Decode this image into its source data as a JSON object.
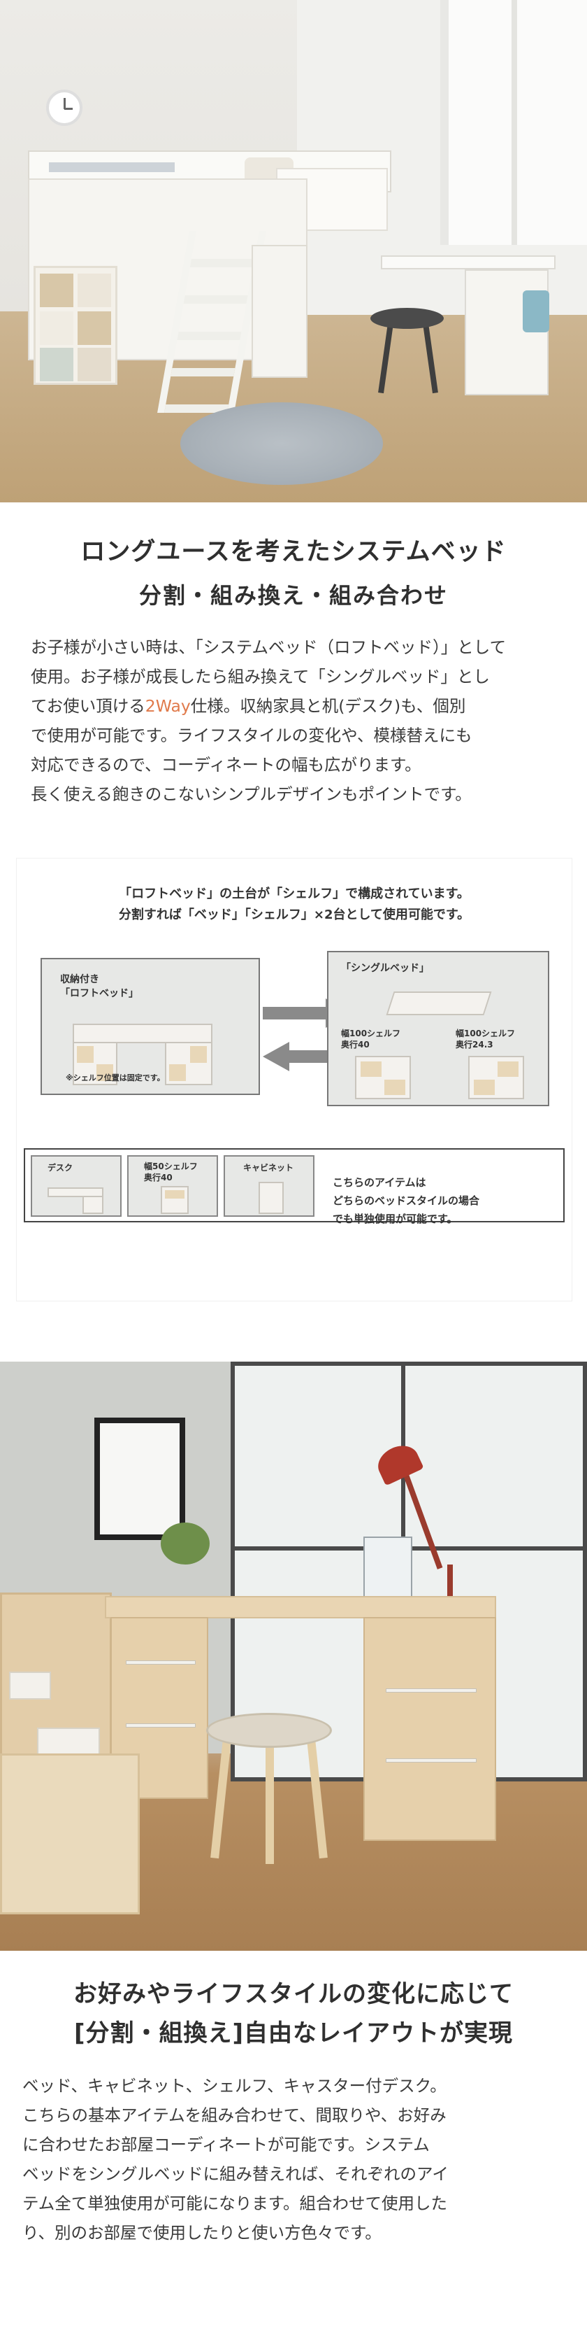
{
  "section1": {
    "heading": "ロングユースを考えたシステムベッド",
    "subheading": "分割・組み換え・組み合わせ",
    "paragraph": {
      "line1": "お子様が小さい時は、「システムベッド（ロフトベッド）」として",
      "line2": "使用。お子様が成長したら組み換えて「シングルベッド」とし",
      "line3a": "てお使い頂ける",
      "line3_accent": "2Way",
      "line3b": "仕様。収納家具と机(デスク)も、個別",
      "line4": "で使用が可能です。ライフスタイルの変化や、模様替えにも",
      "line5": "対応できるので、コーディネートの幅も広がります。",
      "line6": "長く使える飽きのこないシンプルデザインもポイントです。"
    },
    "accent_color": "#e07a4b"
  },
  "diagram": {
    "caption_line1": "「ロフトベッド」の土台が「シェルフ」で構成されています。",
    "caption_line2": "分割すれば「ベッド」「シェルフ」×2台として使用可能です。",
    "loft": {
      "label_line1": "収納付き",
      "label_line2": "「ロフトベッド」",
      "note": "※シェルフ位置は固定です。"
    },
    "single": {
      "label": "「シングルベッド」",
      "shelf_a_line1": "幅100シェルフ",
      "shelf_a_line2": "奥行40",
      "shelf_b_line1": "幅100シェルフ",
      "shelf_b_line2": "奥行24.3"
    },
    "items": {
      "desk": "デスク",
      "shelf_line1": "幅50シェルフ",
      "shelf_line2": "奥行40",
      "cabinet": "キャビネット",
      "note_line1": "こちらのアイテムは",
      "note_line2": "どちらのベッドスタイルの場合",
      "note_line3": "でも単独使用が可能です。"
    }
  },
  "section2": {
    "heading_line1": "お好みやライフスタイルの変化に応じて",
    "heading_line2": "[分割・組換え]自由なレイアウトが実現",
    "paragraph": {
      "line1": "ベッド、キャビネット、シェルフ、キャスター付デスク。",
      "line2": "こちらの基本アイテムを組み合わせて、間取りや、お好み",
      "line3": "に合わせたお部屋コーディネートが可能です。システム",
      "line4": "ベッドをシングルベッドに組み替えれば、それぞれのアイ",
      "line5": "テム全て単独使用が可能になります。組合わせて使用した",
      "line6": "り、別のお部屋で使用したりと使い方色々です。"
    }
  }
}
